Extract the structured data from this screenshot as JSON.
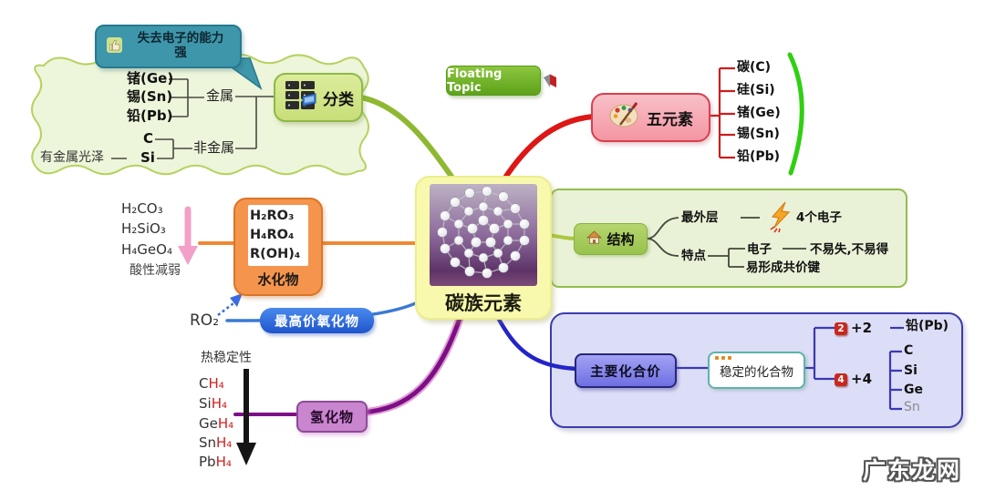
{
  "root": {
    "title": "碳族元素"
  },
  "floating_topic": {
    "label": "Floating Topic"
  },
  "classification": {
    "label": "分类",
    "callout": {
      "line1": "失去电子的能力",
      "line2": "强"
    },
    "metal": {
      "label": "金属",
      "items": [
        "锗(Ge)",
        "锡(Sn)",
        "铅(Pb)"
      ]
    },
    "nonmetal": {
      "label": "非金属",
      "items": [
        "C",
        "Si"
      ],
      "luster_note": "有金属光泽"
    }
  },
  "five_elements": {
    "label": "五元素",
    "items": [
      "碳(C)",
      "硅(Si)",
      "锗(Ge)",
      "锡(Sn)",
      "铅(Pb)"
    ]
  },
  "structure": {
    "label": "结构",
    "outermost": {
      "label": "最外层",
      "value": "4个电子"
    },
    "features": {
      "label": "特点",
      "electron": {
        "label": "电子",
        "value": "不易失,不易得"
      },
      "covalent": "易形成共价键"
    }
  },
  "hydrate": {
    "label": "水化物",
    "formulas": [
      "H₂RO₃",
      "H₄RO₄",
      "R(OH)₄"
    ],
    "acid_trend": {
      "items": [
        "H₂CO₃",
        "H₂SiO₃",
        "H₄GeO₄"
      ],
      "note": "酸性减弱"
    }
  },
  "highest_oxide": {
    "label": "最高价氧化物",
    "formula": "RO₂"
  },
  "hydride": {
    "label": "氢化物",
    "trend_note": "热稳定性",
    "items": [
      {
        "base": "C",
        "sub": "H₄"
      },
      {
        "base": "Si",
        "sub": "H₄"
      },
      {
        "base": "Ge",
        "sub": "H₄"
      },
      {
        "base": "Sn",
        "sub": "H₄"
      },
      {
        "base": "Pb",
        "sub": "H₄"
      }
    ]
  },
  "valence": {
    "label": "主要化合价",
    "stable_label": "稳定的化合物",
    "plus2": {
      "badge": "2",
      "value": "+2",
      "element": "铅(Pb)"
    },
    "plus4": {
      "badge": "4",
      "value": "+4",
      "elements": [
        "C",
        "Si",
        "Ge",
        "Sn"
      ]
    }
  },
  "watermark": "广东龙网",
  "colors": {
    "center_fill": "#f9f9ad",
    "classification_fill": "#d3e58a",
    "five_elements_fill": "#f6aab4",
    "five_elements_border": "#d7404f",
    "callout_fill": "#3e96aa",
    "floating_topic_fill": "#6fae22",
    "structure_panel_fill": "#e9f2d6",
    "hydrate_fill": "#f5954d",
    "highest_oxide_fill": "#2e6de0",
    "hydride_fill": "#ca85cf",
    "valence_panel_fill": "#dcddf6",
    "valence_node_fill": "#8585ec",
    "badge_red": "#c8281e",
    "branch_green": "#8fb832",
    "branch_red": "#dd1616",
    "branch_orange": "#ef8835",
    "branch_blue": "#3b79d6",
    "branch_purple": "#7d0f86",
    "branch_navy": "#2324c8",
    "paren_green": "#2fd012",
    "arrow_pink": "#f2a0c8",
    "arrow_black": "#111111"
  }
}
